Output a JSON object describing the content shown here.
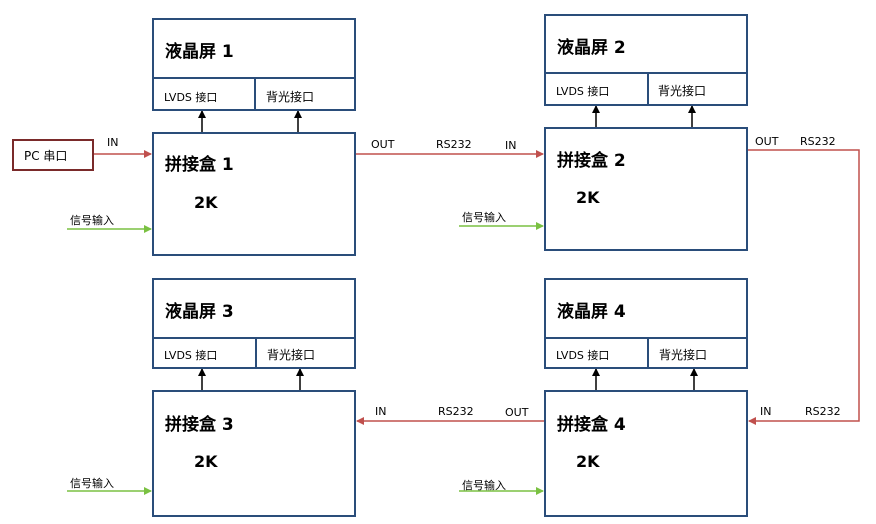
{
  "panels": [
    {
      "title": "液晶屏  1",
      "port_lvds": "LVDS 接口",
      "port_backlight": "背光接口"
    },
    {
      "title": "液晶屏  2",
      "port_lvds": "LVDS 接口",
      "port_backlight": "背光接口"
    },
    {
      "title": "液晶屏  3",
      "port_lvds": "LVDS 接口",
      "port_backlight": "背光接口"
    },
    {
      "title": "液晶屏  4",
      "port_lvds": "LVDS 接口",
      "port_backlight": "背光接口"
    }
  ],
  "boxes": [
    {
      "title": "拼接盒 1",
      "resolution": "2K"
    },
    {
      "title": "拼接盒 2",
      "resolution": "2K"
    },
    {
      "title": "拼接盒 3",
      "resolution": "2K"
    },
    {
      "title": "拼接盒 4",
      "resolution": "2K"
    }
  ],
  "pc": {
    "label": "PC 串口"
  },
  "labels": {
    "in": "IN",
    "out": "OUT",
    "rs232": "RS232",
    "signal_input": "信号输入"
  },
  "colors": {
    "box_border": "#2a4d7a",
    "pc_border": "#7a2a2a",
    "serial_line": "#c0504d",
    "signal_line": "#7ac142",
    "port_arrow": "#000000"
  }
}
